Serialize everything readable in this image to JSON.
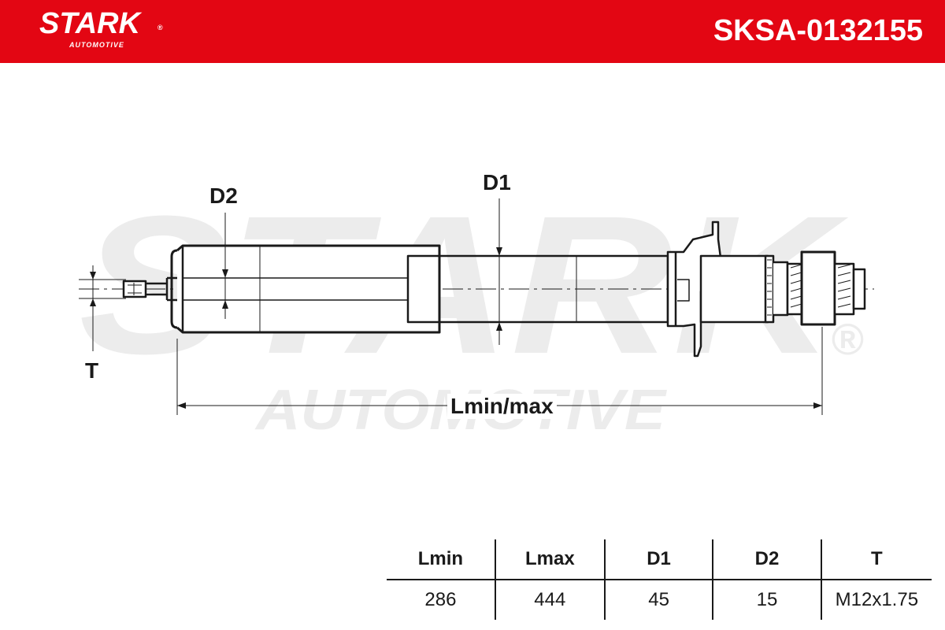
{
  "brand": {
    "name": "STARK",
    "sub": "AUTOMOTIVE",
    "reg": "®"
  },
  "part_number": "SKSA-0132155",
  "labels": {
    "d1": "D1",
    "d2": "D2",
    "t": "T",
    "length": "Lmin/max"
  },
  "watermark": {
    "main": "STARK",
    "sub": "AUTOMOTIVE",
    "reg": "®"
  },
  "spec_table": {
    "headers": [
      "Lmin",
      "Lmax",
      "D1",
      "D2",
      "T"
    ],
    "values": [
      "286",
      "444",
      "45",
      "15",
      "M12x1.75"
    ]
  },
  "colors": {
    "header_red": "#e30613",
    "line": "#1a1a1a",
    "watermark": "#ececec"
  }
}
